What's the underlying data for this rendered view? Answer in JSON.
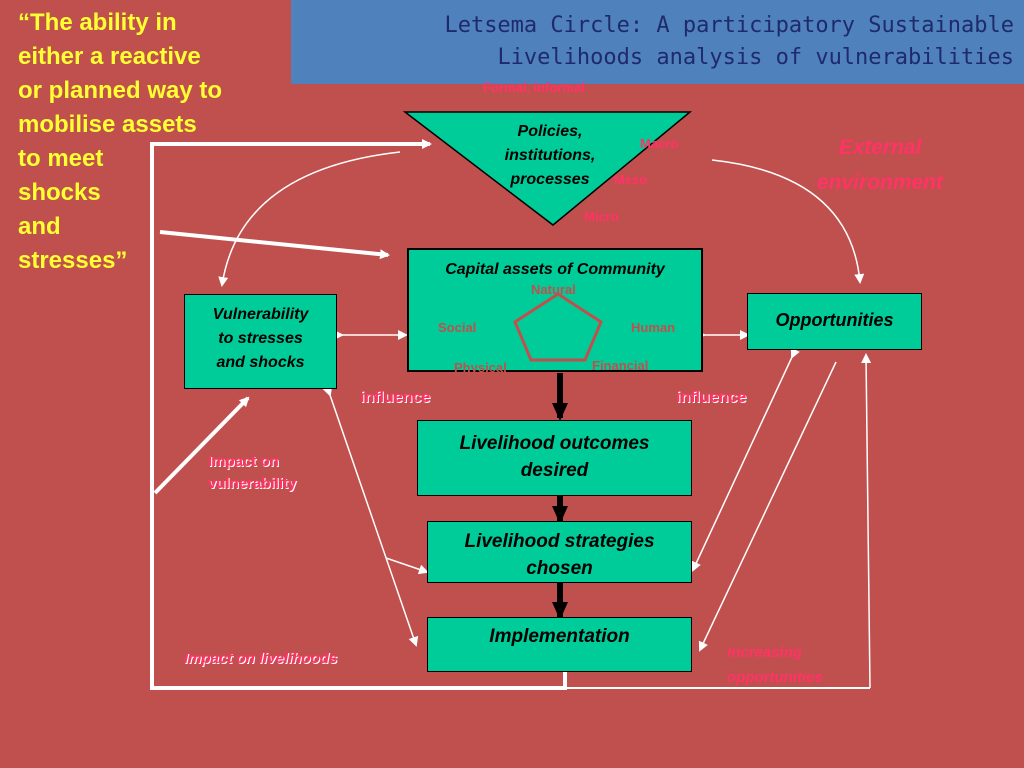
{
  "title": {
    "line1": "Letsema Circle: A participatory Sustainable",
    "line2": "Livelihoods analysis of vulnerabilities"
  },
  "quote": "“The ability in\neither a reactive\nor planned way to\nmobilise assets\nto meet\nshocks\nand\nstresses”",
  "policies": {
    "label": "Policies,\ninstitutions,\nprocesses",
    "top_label": "Formal, informal",
    "levels": [
      "Macro",
      "Meso",
      "Micro"
    ]
  },
  "capital": {
    "title": "Capital assets of Community",
    "natural": "Natural",
    "social": "Social",
    "human": "Human",
    "physical": "Physical",
    "financial": "Financial"
  },
  "vulnerability": "Vulnerability\nto stresses\nand shocks",
  "opportunities": "Opportunities",
  "external": "External\nenvironment",
  "influence_left": "influence",
  "influence_right": "influence",
  "outcomes": "Livelihood outcomes\ndesired",
  "strategies": "Livelihood strategies\nchosen",
  "implementation": "Implementation",
  "impact_vulnerability": "Impact on\nvulnerability",
  "impact_livelihoods": "Impact on livelihoods",
  "increasing": "Increasing\nopportunities",
  "colors": {
    "background": "#c0504d",
    "title_bar": "#4f81bd",
    "box_fill": "#00cc99",
    "quote_text": "#ffff33",
    "label_pink": "#ff3366",
    "pentagon": "#c0504d"
  }
}
